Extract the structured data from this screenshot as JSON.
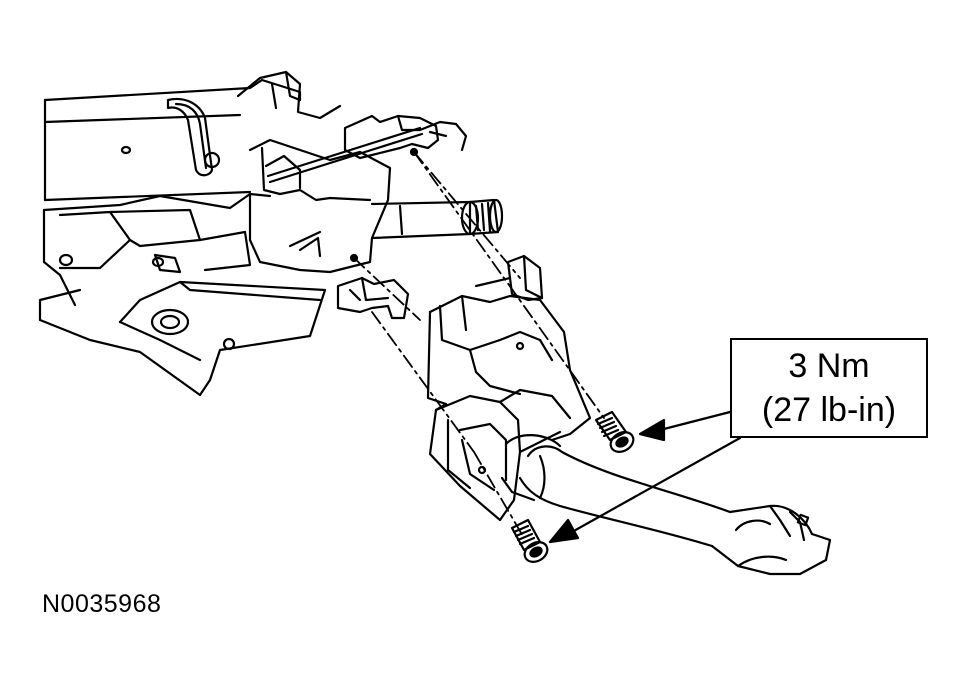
{
  "callout": {
    "torque_metric": "3 Nm",
    "torque_imperial": "(27 lb-in)"
  },
  "figure_id": "N0035968",
  "icons": [
    "steering-column",
    "multifunction-switch",
    "switch-stalk",
    "mounting-screw"
  ],
  "colors": {
    "line": "#000000",
    "background": "#ffffff"
  }
}
